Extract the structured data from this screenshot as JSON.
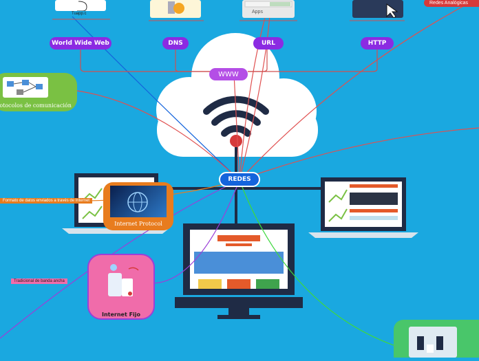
{
  "central": {
    "label": "REDES"
  },
  "www": {
    "label": "WWW"
  },
  "top_nodes": {
    "www_label": "World Wide Web",
    "dns_label": "DNS",
    "url_label": "URL",
    "http_label": "HTTP",
    "mouse_caption": "Tuapp.c"
  },
  "url_card_text": "Apps",
  "protocols": {
    "label": "Protocolos de comunicación"
  },
  "redes_analogicas": {
    "label": "Redes Analógicas"
  },
  "internet_protocol": {
    "label": "Internet Protocol",
    "note": "Formato de datos enviados a través de Internet"
  },
  "internet_fijo": {
    "label": "Internet Fijo",
    "note": "Tradicional de banda ancha"
  },
  "colors": {
    "background": "#1aa8e0",
    "purple": "#8b2be2",
    "green": "#7ac143",
    "orange": "#e87c1e",
    "pink": "#f06caa",
    "red": "#d63a3a",
    "blue": "#1464dc"
  }
}
